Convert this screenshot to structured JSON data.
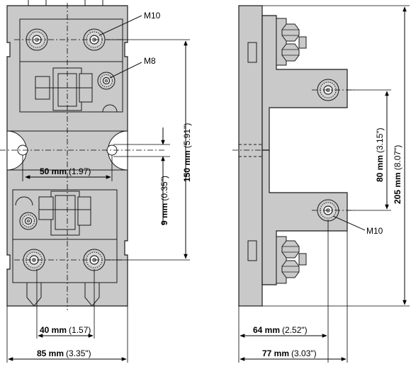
{
  "front_view": {
    "callout_m10": "M10",
    "callout_m8": "M8",
    "dim_50": {
      "value": "50 mm",
      "alt": "(1.97)"
    },
    "dim_9": {
      "value": "9 mm",
      "alt": "(0.35\")"
    },
    "dim_150": {
      "value": "150 mm",
      "alt": "(5.91\")"
    },
    "dim_40": {
      "value": "40 mm",
      "alt": "(1.57)"
    },
    "dim_85": {
      "value": "85 mm",
      "alt": "(3.35\")"
    }
  },
  "side_view": {
    "callout_m10": "M10",
    "dim_80": {
      "value": "80 mm",
      "alt": "(3.15\")"
    },
    "dim_205": {
      "value": "205 mm",
      "alt": "(8.07\")"
    },
    "dim_64": {
      "value": "64 mm",
      "alt": "(2.52\")"
    },
    "dim_77": {
      "value": "77 mm",
      "alt": "(3.03\")"
    }
  },
  "colors": {
    "part_fill": "#c9c9c9",
    "outline": "#1a1a1a",
    "background": "#ffffff"
  }
}
